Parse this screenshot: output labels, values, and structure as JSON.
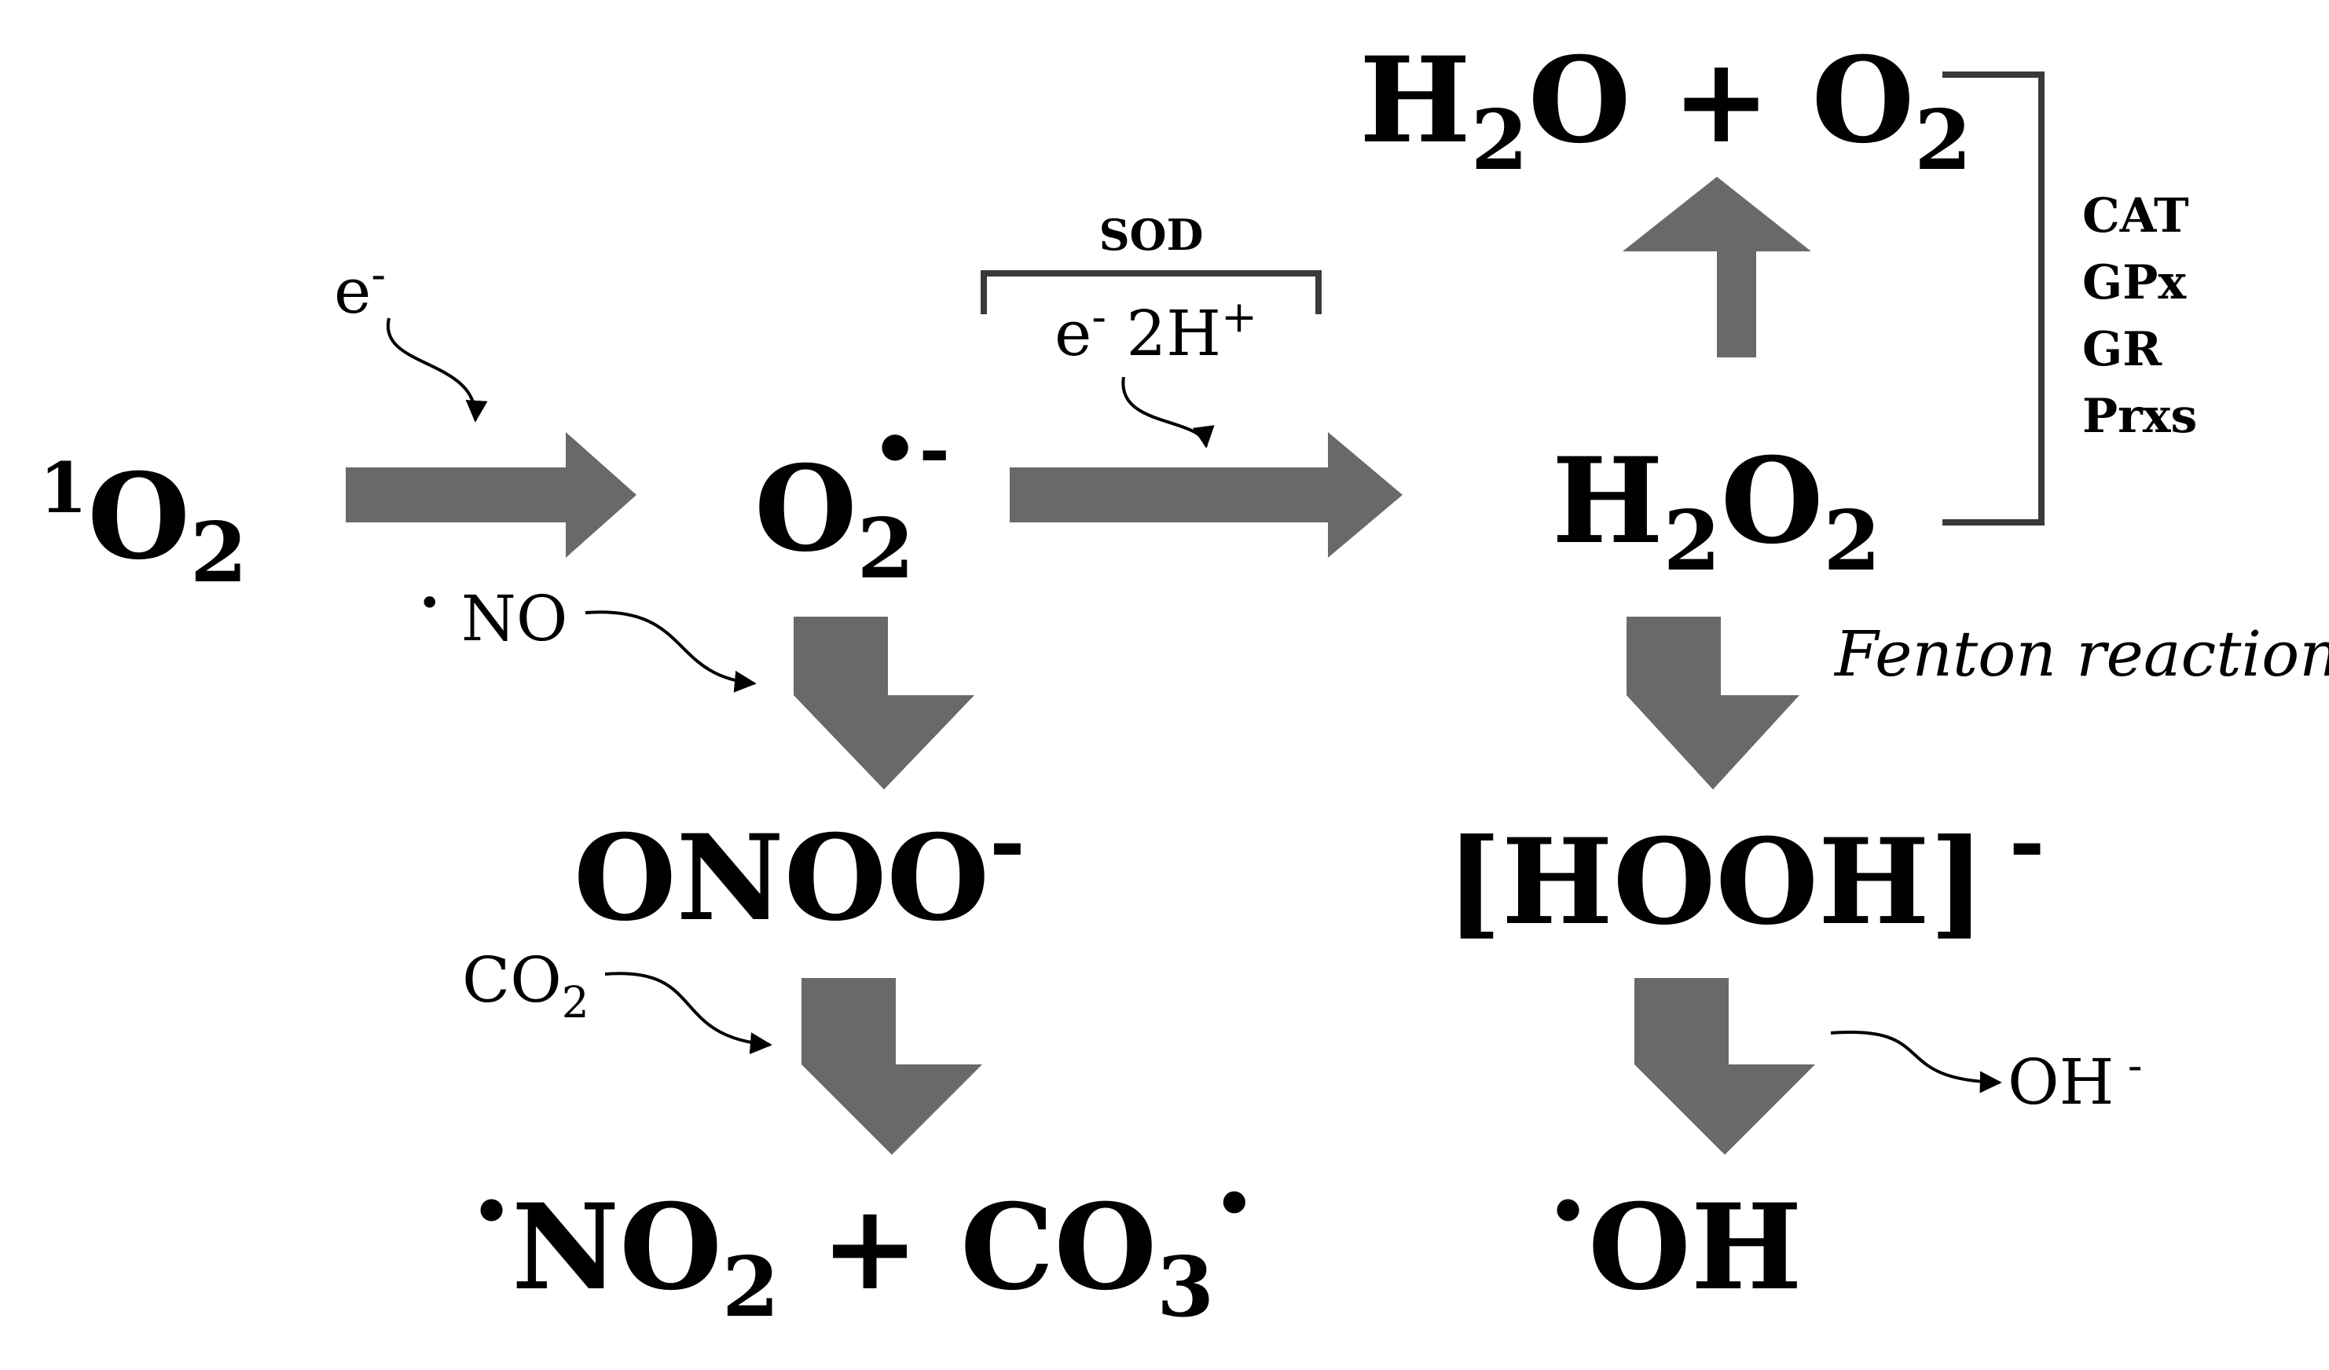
{
  "species": {
    "singlet_oxygen": {
      "sup": "1",
      "base": "O",
      "sub": "2"
    },
    "superoxide": {
      "base": "O",
      "sub": "2",
      "sup": "•-"
    },
    "hydrogen_peroxide": {
      "h": "H",
      "sub1": "2",
      "o": "O",
      "sub2": "2"
    },
    "water_oxygen": {
      "h": "H",
      "sub1": "2",
      "mid": "O + O",
      "sub2": "2"
    },
    "peroxynitrite": {
      "base": "ONOO",
      "sup": "-"
    },
    "hooh_anion": {
      "base": "[HOOH]",
      "sup": "-"
    },
    "products_left": {
      "dot1": "•",
      "no": "NO",
      "sub1": "2",
      "plus": " + CO",
      "sub2": "3",
      "dot2": "•"
    },
    "hydroxyl": {
      "dot": "•",
      "base": "OH"
    }
  },
  "reagents": {
    "electron": {
      "base": "e",
      "sup": "-"
    },
    "electron_protons": {
      "e": "e",
      "sup1": "-",
      "h": " 2H",
      "sup2": "+"
    },
    "nitric_oxide": {
      "dot": "•",
      "base": " NO"
    },
    "carbon_dioxide": {
      "base": "CO",
      "sub": "2"
    },
    "hydroxide": {
      "base": "OH",
      "sup": " -"
    }
  },
  "labels": {
    "sod": "SOD",
    "fenton": "Fenton reaction",
    "enzymes": [
      "CAT",
      "GPx",
      "GR",
      "Prxs"
    ]
  },
  "colors": {
    "arrow_fill": "#6b6868",
    "bracket_stroke": "#3a3a3a",
    "text": "#000000"
  }
}
